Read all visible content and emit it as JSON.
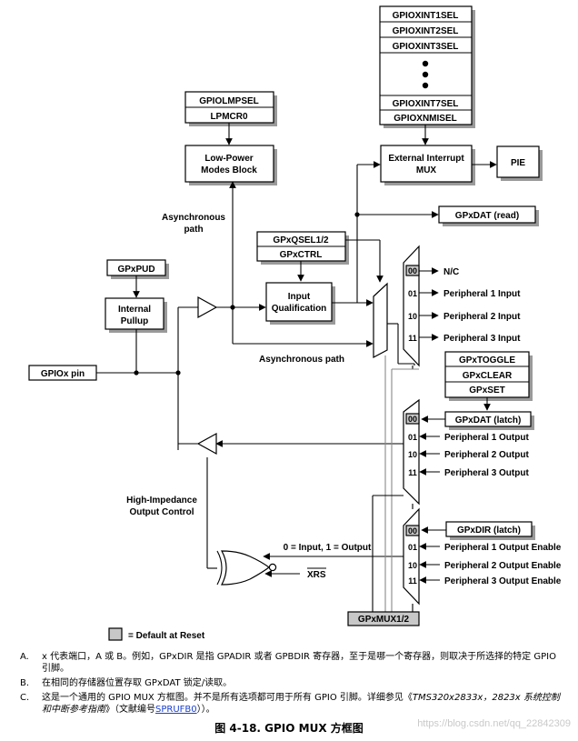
{
  "blocks": {
    "gpiolmpsel": "GPIOLMPSEL",
    "lpmcr0": "LPMCR0",
    "low_power_line1": "Low-Power",
    "low_power_line2": "Modes Block",
    "gpxpud": "GPxPUD",
    "internal_pullup_line1": "Internal",
    "internal_pullup_line2": "Pullup",
    "gpxqsel": "GPxQSEL1/2",
    "gpxctrl": "GPxCTRL",
    "input_qual_line1": "Input",
    "input_qual_line2": "Qualification",
    "ext_int_mux_line1": "External Interrupt",
    "ext_int_mux_line2": "MUX",
    "pie": "PIE",
    "gpxdat_read": "GPxDAT (read)",
    "gpiox_pin": "GPIOx pin",
    "gpxtoggle": "GPxTOGGLE",
    "gpxclear": "GPxCLEAR",
    "gpxset": "GPxSET",
    "gpxdat_latch": "GPxDAT (latch)",
    "gpxdir_latch": "GPxDIR (latch)",
    "gpxmux": "GPxMUX1/2",
    "xint_regs": [
      "GPIOXINT1SEL",
      "GPIOXINT2SEL",
      "GPIOXINT3SEL",
      "GPIOXINT7SEL",
      "GPIOXNMISEL"
    ]
  },
  "labels": {
    "async_path_1": "Asynchronous",
    "async_path_2": "path",
    "async_path_bottom": "Asynchronous path",
    "hiz_1": "High-Impedance",
    "hiz_2": "Output Control",
    "dir_control": "0 = Input, 1 = Output",
    "xrs": "XRS",
    "legend": "= Default at Reset"
  },
  "input_mux": [
    {
      "code": "00",
      "label": "N/C"
    },
    {
      "code": "01",
      "label": "Peripheral 1 Input"
    },
    {
      "code": "10",
      "label": "Peripheral 2 Input"
    },
    {
      "code": "11",
      "label": "Peripheral 3 Input"
    }
  ],
  "output_mux": [
    {
      "code": "00"
    },
    {
      "code": "01",
      "label": "Peripheral 1 Output"
    },
    {
      "code": "10",
      "label": "Peripheral 2 Output"
    },
    {
      "code": "11",
      "label": "Peripheral 3 Output"
    }
  ],
  "dir_mux": [
    {
      "code": "00"
    },
    {
      "code": "01",
      "label": "Peripheral 1 Output Enable"
    },
    {
      "code": "10",
      "label": "Peripheral 2 Output Enable"
    },
    {
      "code": "11",
      "label": "Peripheral 3 Output Enable"
    }
  ],
  "notes": {
    "a_label": "A.",
    "a_text": "x 代表端口，A 或 B。例如，GPxDIR 是指 GPADIR 或者 GPBDIR 寄存器，至于是哪一个寄存器，则取决于所选择的特定 GPIO 引脚。",
    "b_label": "B.",
    "b_text": "在相同的存储器位置存取 GPxDAT 锁定/读取。",
    "c_label": "C.",
    "c_text_1": "这是一个通用的 GPIO MUX 方框图。并不是所有选项都可用于所有 GPIO 引脚。详细参见《",
    "c_italic": "TMS320x2833x，2823x 系统控制和中断参考指南",
    "c_text_2": "》（文献编号",
    "c_link": "SPRUFB0",
    "c_text_3": "））。"
  },
  "caption": "图 4-18. GPIO MUX 方框图",
  "watermark": "https://blog.csdn.net/qq_22842309"
}
